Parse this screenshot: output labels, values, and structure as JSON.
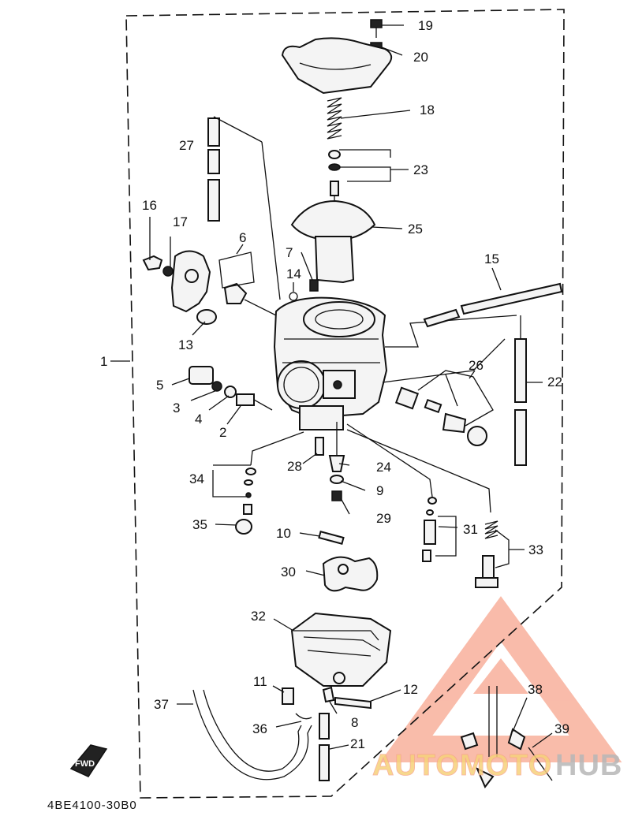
{
  "diagram": {
    "part_numbers": [
      "1",
      "2",
      "3",
      "4",
      "5",
      "6",
      "7",
      "8",
      "9",
      "10",
      "11",
      "12",
      "13",
      "14",
      "15",
      "16",
      "17",
      "18",
      "19",
      "20",
      "21",
      "22",
      "23",
      "24",
      "25",
      "26",
      "27",
      "28",
      "29",
      "30",
      "31",
      "32",
      "33",
      "34",
      "35",
      "36",
      "37",
      "38",
      "39"
    ],
    "fwd_badge": "FWD",
    "drawing_code": "4BE4100-30B0"
  },
  "watermark": {
    "text_part1": "AUTOMOTO",
    "text_part2": "HUB",
    "color_primary": "#f7a58e",
    "color_secondary": "#f6d27a"
  }
}
